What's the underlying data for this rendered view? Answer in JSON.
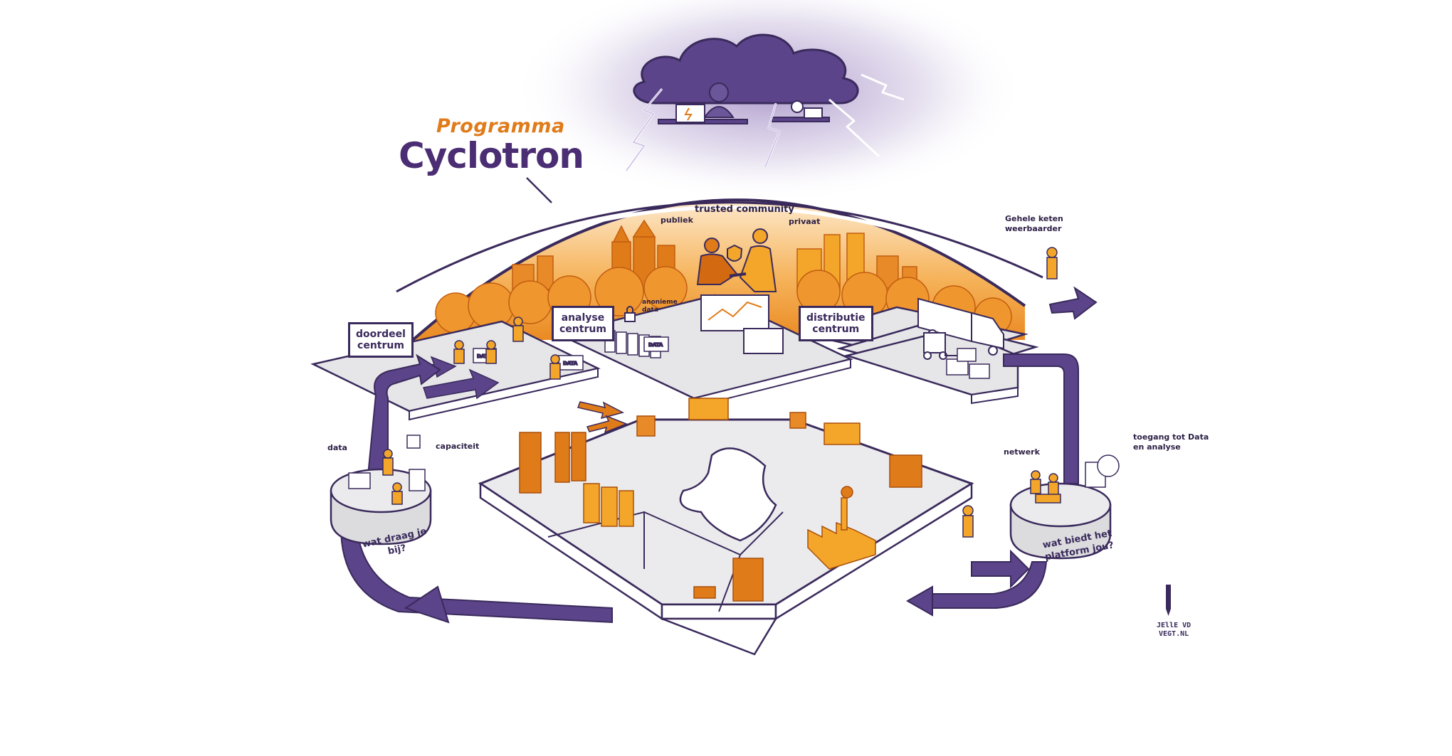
{
  "title": {
    "overline": "Programma",
    "main": "Cyclotron"
  },
  "dome": {
    "top_label": "trusted community",
    "left_label": "publiek",
    "right_label": "privaat"
  },
  "platforms": {
    "doordeel": [
      "doordeel",
      "centrum"
    ],
    "analyse": [
      "analyse",
      "centrum"
    ],
    "distributie": [
      "distributie",
      "centrum"
    ]
  },
  "annotations": {
    "anonymous_data": [
      "anonieme",
      "data"
    ],
    "chain": [
      "Gehele keten",
      "weerbaarder"
    ],
    "data": "data",
    "capacity": "capaciteit",
    "network": "netwerk",
    "access": [
      "toegang tot Data",
      "en analyse"
    ]
  },
  "disks": {
    "left": [
      "wat draag je bij?"
    ],
    "right": [
      "wat biedt het",
      "platform jou?"
    ]
  },
  "box_tag": "DATA",
  "signature": [
    "JEllE VD",
    "VEGT.NL"
  ],
  "colors": {
    "purple": "#4b2d73",
    "orange": "#e07b1a",
    "orange_light": "#f4a62a",
    "grey": "#e6e6e8",
    "outline": "#3a2a5c"
  },
  "icons": [
    "storm-cloud-icon",
    "hacker-icon",
    "laptop-icon",
    "lightning-icon",
    "handshake-icon",
    "shield-icon",
    "lock-icon",
    "truck-icon",
    "forklift-icon",
    "factory-icon",
    "pencil-icon"
  ]
}
